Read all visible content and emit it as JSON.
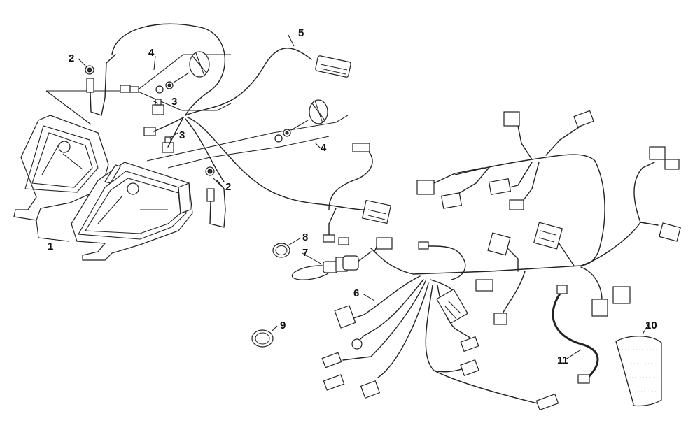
{
  "callouts": [
    {
      "id": "1",
      "label": "1"
    },
    {
      "id": "2a",
      "label": "2"
    },
    {
      "id": "2b",
      "label": "2"
    },
    {
      "id": "3a",
      "label": "3"
    },
    {
      "id": "3b",
      "label": "3"
    },
    {
      "id": "4a",
      "label": "4"
    },
    {
      "id": "4b",
      "label": "4"
    },
    {
      "id": "5",
      "label": "5"
    },
    {
      "id": "6",
      "label": "6"
    },
    {
      "id": "7",
      "label": "7"
    },
    {
      "id": "8",
      "label": "8"
    },
    {
      "id": "9",
      "label": "9"
    },
    {
      "id": "10",
      "label": "10"
    },
    {
      "id": "11",
      "label": "11"
    }
  ],
  "colors": {
    "line": "#222222",
    "background": "#ffffff"
  }
}
